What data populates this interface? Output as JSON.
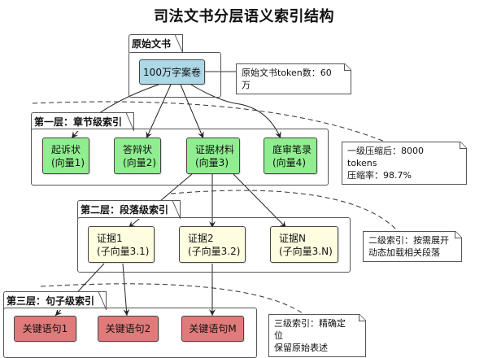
{
  "title": "司法文书分层语义索引结构",
  "colors": {
    "source": "#add8e6",
    "layer1": "#90ee90",
    "layer2": "#fffde0",
    "layer3": "#e07b7b"
  },
  "source_package": {
    "label": "原始文书",
    "node": "100万字案卷",
    "note": "原始文书token数：60万"
  },
  "layer1": {
    "label": "第一层：章节级索引",
    "nodes": [
      {
        "name": "起诉状",
        "vector": "(向量1)"
      },
      {
        "name": "答辩状",
        "vector": "(向量2)"
      },
      {
        "name": "证据材料",
        "vector": "(向量3)"
      },
      {
        "name": "庭审笔录",
        "vector": "(向量4)"
      }
    ],
    "note": [
      "一级压缩后：8000 tokens",
      "压缩率：98.7%"
    ]
  },
  "layer2": {
    "label": "第二层：段落级索引",
    "nodes": [
      {
        "name": "证据1",
        "vector": "(子向量3.1)"
      },
      {
        "name": "证据2",
        "vector": "(子向量3.2)"
      },
      {
        "name": "证据N",
        "vector": "(子向量3.N)"
      }
    ],
    "note": [
      "二级索引：按需展开",
      "动态加载相关段落"
    ]
  },
  "layer3": {
    "label": "第三层：句子级索引",
    "nodes": [
      "关键语句1",
      "关键语句2",
      "关键语句M"
    ],
    "note": [
      "三级索引：精确定位",
      "保留原始表述"
    ]
  }
}
